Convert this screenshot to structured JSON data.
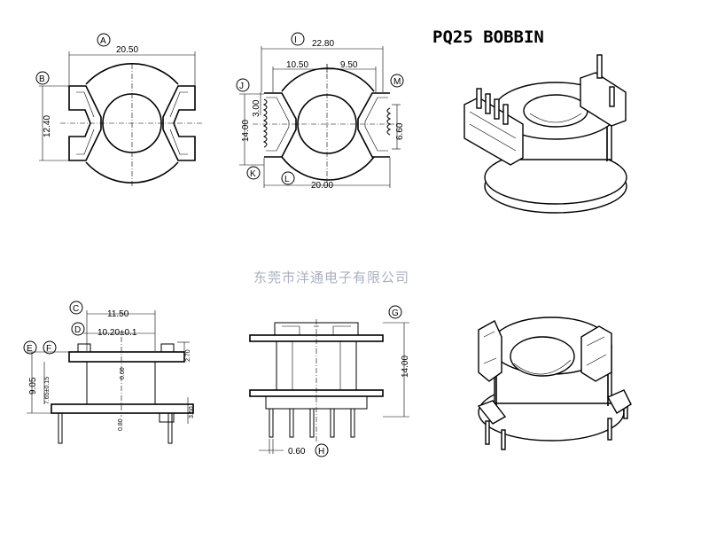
{
  "title": "PQ25 BOBBIN",
  "company": "东莞市洋通电子有限公司",
  "labels": {
    "A": "A",
    "B": "B",
    "C": "C",
    "D": "D",
    "E": "E",
    "F": "F",
    "G": "G",
    "H": "H",
    "I": "I",
    "J": "J",
    "K": "K",
    "L": "L",
    "M": "M"
  },
  "dims": {
    "top_width": "20.50",
    "top_height": "12.40",
    "overall_width": "22.80",
    "left_half": "10.50",
    "right_half": "9.50",
    "slot": "3.00",
    "pin_span": "14.00",
    "right_slot": "6.60",
    "base_width": "20.00",
    "side_width": "11.50",
    "flange_width": "10.20±0.1",
    "height_total": "9.05",
    "winding_height": "7.65±0.15",
    "flange_thick": "2.70",
    "inner_thick": "0.60",
    "bottom_thick": "0.80",
    "pin_len": "3.50",
    "front_height": "14.00",
    "pin_dia": "0.60"
  }
}
